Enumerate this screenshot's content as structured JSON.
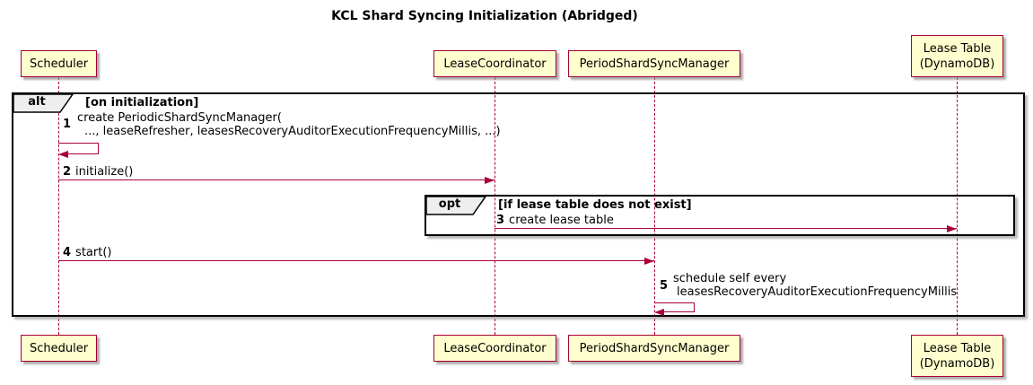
{
  "title": "KCL Shard Syncing Initialization (Abridged)",
  "participants": [
    {
      "name": "Scheduler"
    },
    {
      "name": "LeaseCoordinator"
    },
    {
      "name": "PeriodShardSyncManager"
    },
    {
      "line1": "Lease Table",
      "line2": "(DynamoDB)"
    }
  ],
  "frames": {
    "alt": {
      "label": "alt",
      "condition": "[on initialization]"
    },
    "opt": {
      "label": "opt",
      "condition": "[if lease table does not exist]"
    }
  },
  "messages": [
    {
      "num": "1",
      "line1": "create PeriodicShardSyncManager(",
      "line2": "..., leaseRefresher, leasesRecoveryAuditorExecutionFrequencyMillis, ...)",
      "kind": "self",
      "from": "Scheduler",
      "to": "Scheduler"
    },
    {
      "num": "2",
      "text": "initialize()",
      "kind": "arrow",
      "from": "Scheduler",
      "to": "LeaseCoordinator"
    },
    {
      "num": "3",
      "text": "create lease table",
      "kind": "arrow",
      "from": "LeaseCoordinator",
      "to": "Lease Table (DynamoDB)"
    },
    {
      "num": "4",
      "text": "start()",
      "kind": "arrow",
      "from": "Scheduler",
      "to": "PeriodShardSyncManager"
    },
    {
      "num": "5",
      "line1": "schedule self every",
      "line2": "leasesRecoveryAuditorExecutionFrequencyMillis",
      "kind": "self",
      "from": "PeriodShardSyncManager",
      "to": "PeriodShardSyncManager"
    }
  ],
  "colors": {
    "participant_fill": "#FEFECE",
    "participant_border": "#A80036",
    "arrow": "#A80036",
    "lifeline": "#A80036",
    "frame_border": "#000000",
    "frame_label_fill": "#EEEEEE"
  }
}
